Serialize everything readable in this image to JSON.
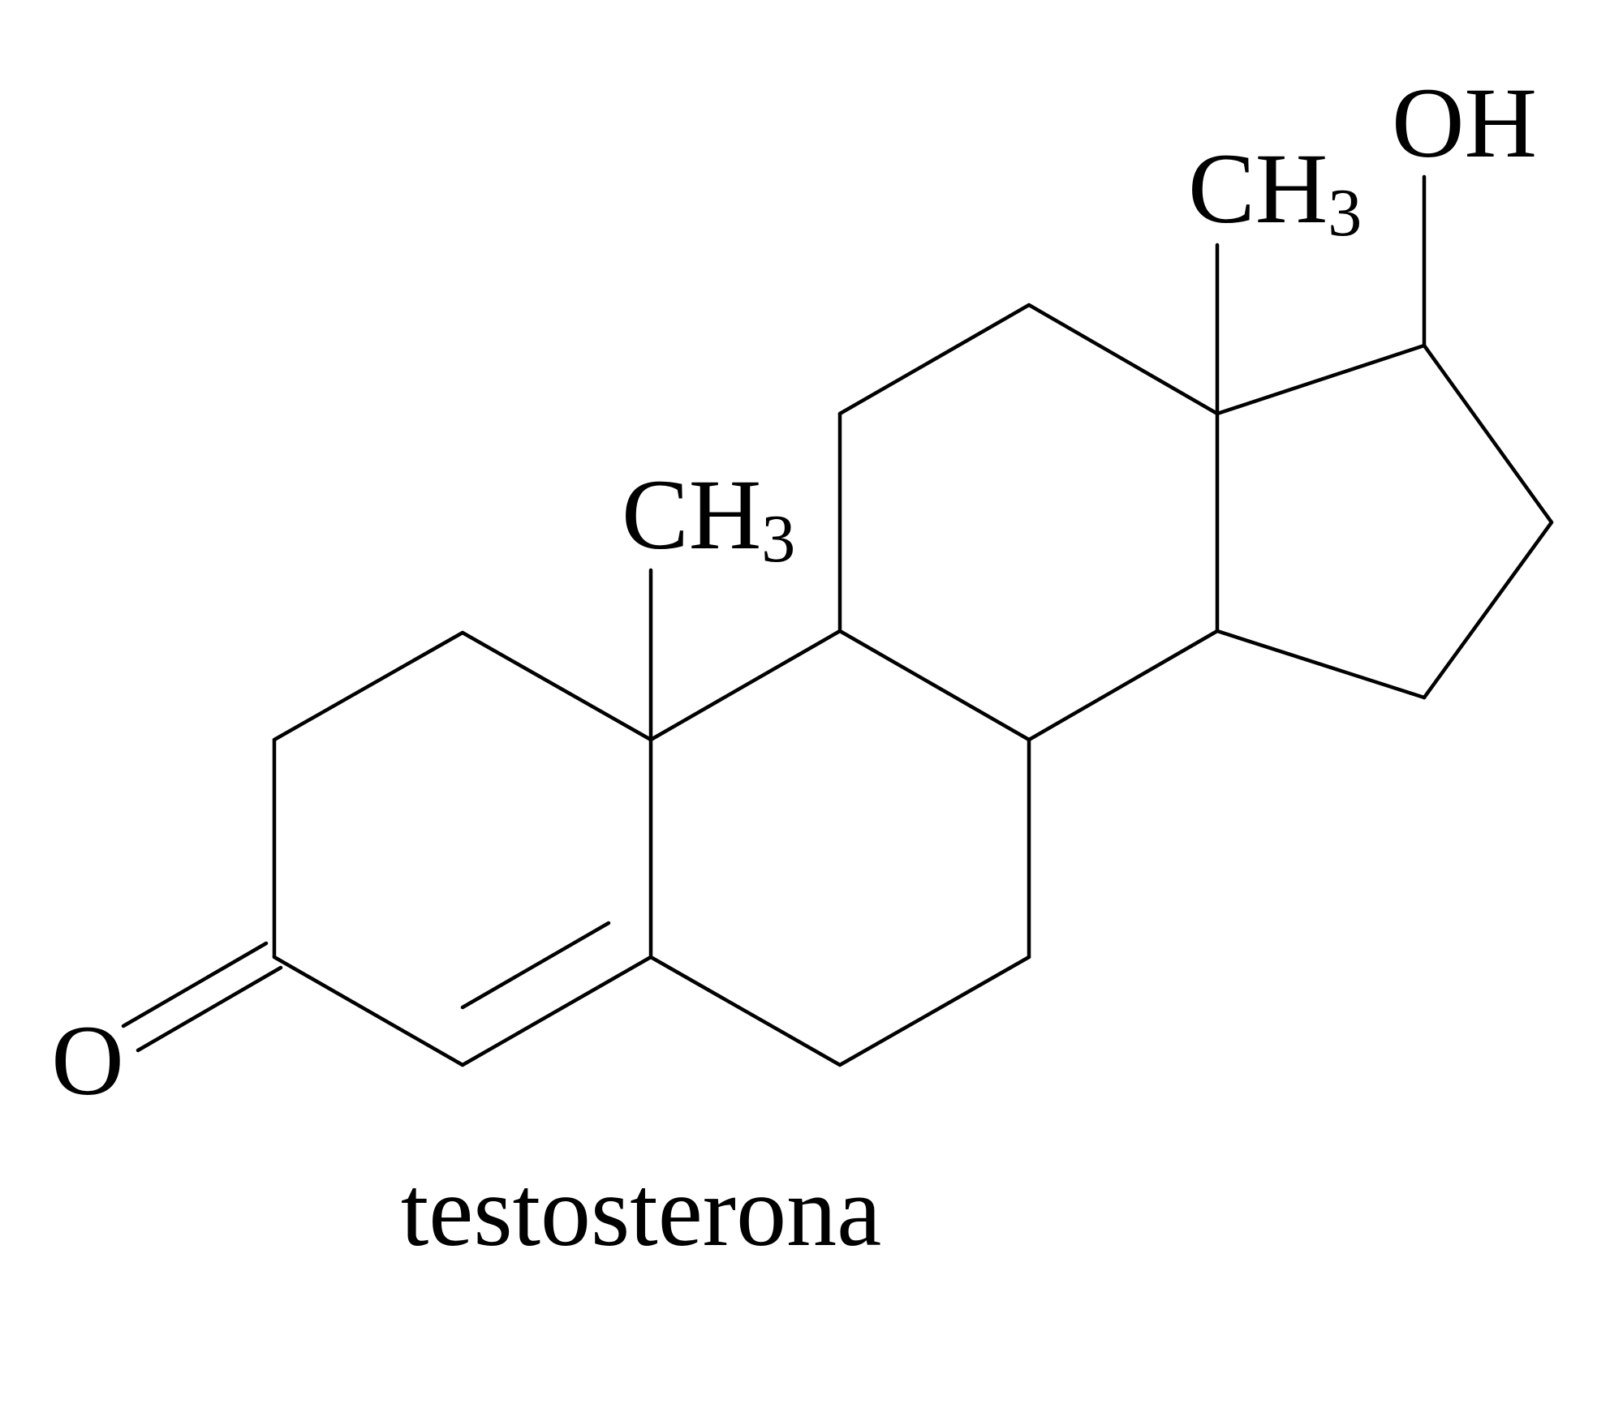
{
  "compound_name": "testosterona",
  "labels": {
    "ketone_oxygen": "O",
    "hydroxyl": "OH",
    "methyl_c10": {
      "main": "CH",
      "subscript": "3"
    },
    "methyl_c13": {
      "main": "CH",
      "subscript": "3"
    }
  },
  "colors": {
    "bond": "#000000",
    "text": "#000000",
    "background": "#ffffff"
  }
}
